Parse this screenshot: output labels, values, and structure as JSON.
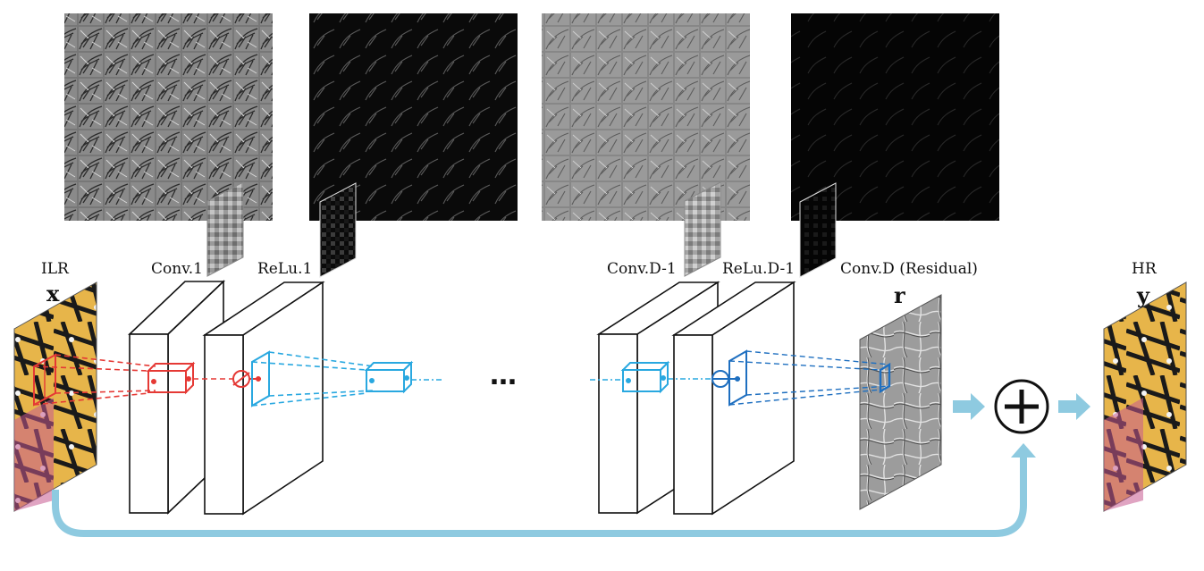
{
  "labels": {
    "input_name": "ILR",
    "input_var": "x",
    "conv1": "Conv.1",
    "relu1": "ReLu.1",
    "convd1": "Conv.D-1",
    "relud1": "ReLu.D-1",
    "convd": "Conv.D (Residual)",
    "residual_var": "r",
    "output_name": "HR",
    "output_var": "y",
    "ellipsis": "…"
  },
  "colors": {
    "first_layer": "#e53935",
    "middle_layers": "#29a8e0",
    "last_layer": "#1e6fc0",
    "skip_connection": "#8ecae0",
    "layer_stroke": "#111111"
  },
  "icons": {
    "sum": "circled-plus-icon",
    "relu": "relu-node-icon"
  }
}
